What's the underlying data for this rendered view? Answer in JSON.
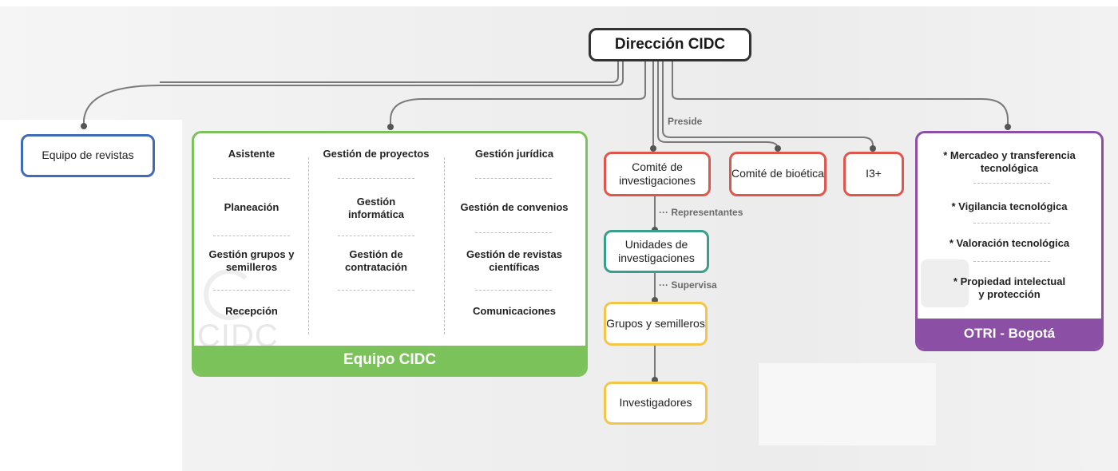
{
  "top": {
    "label": "Dirección CIDC"
  },
  "revistas": {
    "label": "Equipo de revistas"
  },
  "team": {
    "title": "Equipo CIDC",
    "watermark": "CIDC",
    "col1": [
      "Asistente",
      "Planeación",
      "Gestión grupos y semilleros",
      "Recepción"
    ],
    "col2": [
      "Gestión de proyectos",
      "Gestión informática",
      "Gestión de contratación"
    ],
    "col3": [
      "Gestión jurídica",
      "Gestión de convenios",
      "Gestión de revistas científicas",
      "Comunicaciones"
    ]
  },
  "edges": {
    "preside": "Preside",
    "representantes": "Representantes",
    "supervisa": "Supervisa"
  },
  "committees": {
    "investigaciones": "Comité de investigaciones",
    "bioetica": "Comité de bioética",
    "i3": "I3+"
  },
  "chain": {
    "unidades": "Unidades de investigaciones",
    "grupos": "Grupos y semilleros",
    "investigadores": "Investigadores"
  },
  "otri": {
    "title": "OTRI - Bogotá",
    "items": [
      "* Mercadeo y transferencia tecnológica",
      "* Vigilancia tecnológica",
      "* Valoración tecnológica",
      "* Propiedad intelectual y protección"
    ]
  },
  "colors": {
    "top": "#333333",
    "revistas": "#3f6bb7",
    "team": "#7cc25a",
    "red": "#e0564d",
    "teal": "#3a9e8c",
    "yellow": "#f2c64a",
    "otri": "#8b4fa6",
    "connector": "#7a7a7a"
  }
}
